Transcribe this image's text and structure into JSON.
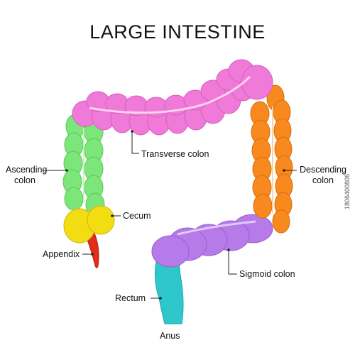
{
  "title": "LARGE INTESTINE",
  "labels": {
    "transverse": "Transverse colon",
    "ascending_line1": "Ascending",
    "ascending_line2": "colon",
    "descending_line1": "Descending",
    "descending_line2": "colon",
    "cecum": "Cecum",
    "appendix": "Appendix",
    "sigmoid": "Sigmoid colon",
    "rectum": "Rectum",
    "anus": "Anus"
  },
  "side_code": "1806400806",
  "colors": {
    "transverse": "#f07ad8",
    "ascending": "#7de67a",
    "descending": "#f7891e",
    "cecum": "#f2dc12",
    "appendix": "#e32d1a",
    "sigmoid": "#b67be8",
    "rectum": "#2ec8cc",
    "line": "#222222"
  }
}
